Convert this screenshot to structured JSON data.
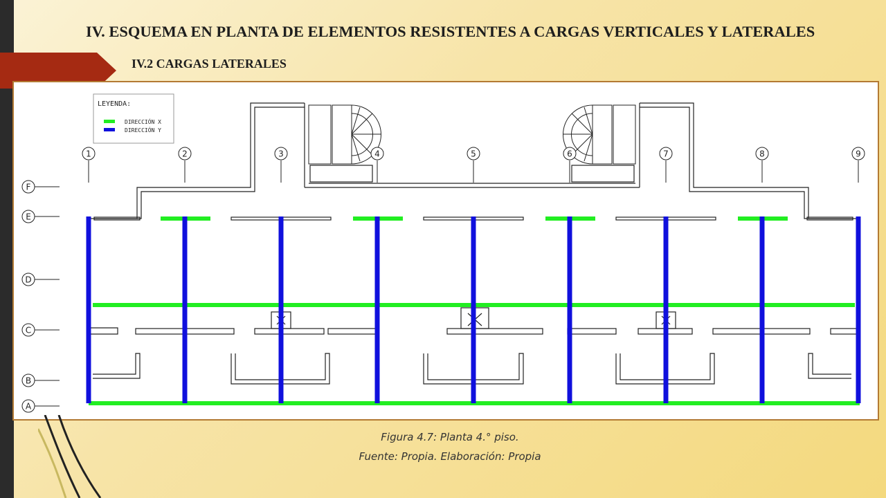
{
  "slide": {
    "title": "IV. ESQUEMA EN PLANTA DE ELEMENTOS RESISTENTES A CARGAS VERTICALES Y LATERALES",
    "subtitle": "IV.2 CARGAS LATERALES",
    "caption": "Figura 4.7: Planta 4.° piso.",
    "source": "Fuente: Propia. Elaboración: Propia"
  },
  "legend": {
    "title": "LEYENDA:",
    "items": [
      {
        "label": "DIRECCIÓN X",
        "color": "#22ee22"
      },
      {
        "label": "DIRECCIÓN Y",
        "color": "#1010dd"
      }
    ]
  },
  "plan": {
    "column_axes": [
      "1",
      "2",
      "3",
      "4",
      "5",
      "6",
      "7",
      "8",
      "9"
    ],
    "row_axes": [
      "F",
      "E",
      "D",
      "C",
      "B",
      "A"
    ]
  },
  "colors": {
    "accent": "#a52a12",
    "frame_border": "#b37a33",
    "wall_x": "#22ee22",
    "wall_y": "#1010dd"
  }
}
